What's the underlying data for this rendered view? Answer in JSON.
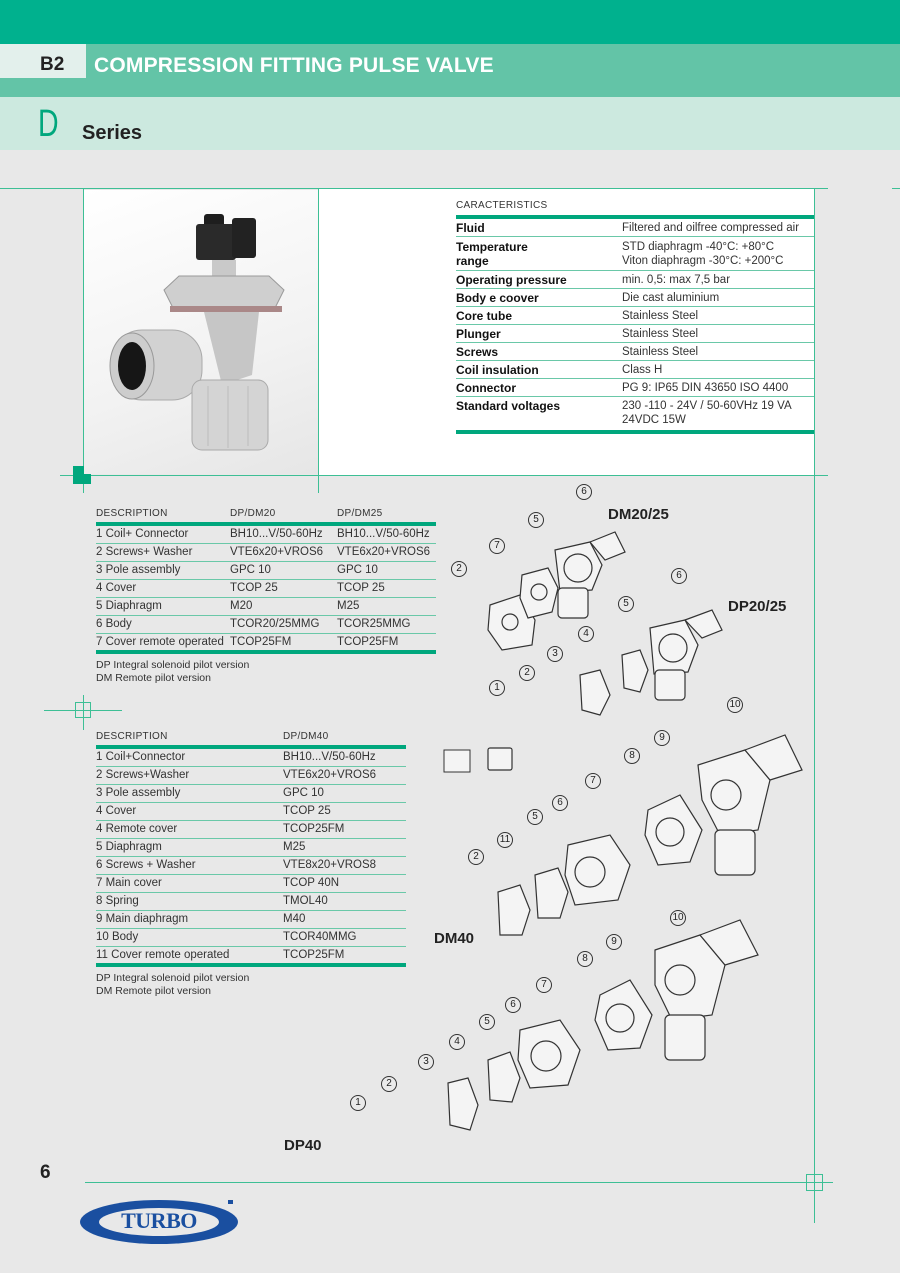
{
  "header": {
    "section_code": "B2",
    "title": "COMPRESSION FITTING PULSE VALVE",
    "series_letter": "D",
    "series_label": "Series"
  },
  "characteristics": {
    "caption": "CARACTERISTICS",
    "rows": [
      {
        "key": "Fluid",
        "value": "Filtered and oilfree compressed air"
      },
      {
        "key": "Temperature range",
        "value": "STD diaphragm -40°C: +80°C\nViton diaphragm -30°C: +200°C"
      },
      {
        "key": "Operating pressure",
        "value": "min. 0,5: max 7,5 bar"
      },
      {
        "key": "Body e coover",
        "value": "Die cast aluminium"
      },
      {
        "key": "Core tube",
        "value": "Stainless Steel"
      },
      {
        "key": "Plunger",
        "value": "Stainless Steel"
      },
      {
        "key": "Screws",
        "value": "Stainless Steel"
      },
      {
        "key": "Coil insulation",
        "value": "Class H"
      },
      {
        "key": "Connector",
        "value": "PG 9: IP65 DIN 43650 ISO 4400"
      },
      {
        "key": "Standard voltages",
        "value": "230 -110 - 24V / 50-60VHz 19 VA\n24VDC 15W"
      }
    ]
  },
  "table_20_25": {
    "headers": [
      "DESCRIPTION",
      "DP/DM20",
      "DP/DM25"
    ],
    "rows": [
      [
        "1  Coil+ Connector",
        "BH10...V/50-60Hz",
        "BH10...V/50-60Hz"
      ],
      [
        "2  Screws+ Washer",
        "VTE6x20+VROS6",
        "VTE6x20+VROS6"
      ],
      [
        "3  Pole assembly",
        "GPC 10",
        "GPC 10"
      ],
      [
        "4  Cover",
        "TCOP 25",
        "TCOP 25"
      ],
      [
        "5  Diaphragm",
        "M20",
        "M25"
      ],
      [
        "6  Body",
        "TCOR20/25MMG",
        "TCOR25MMG"
      ],
      [
        "7  Cover remote operated",
        "TCOP25FM",
        "TCOP25FM"
      ]
    ],
    "notes": [
      "DP  Integral solenoid pilot version",
      "DM Remote pilot version"
    ]
  },
  "table_40": {
    "headers": [
      "DESCRIPTION",
      "DP/DM40"
    ],
    "rows": [
      [
        "1  Coil+Connector",
        "BH10...V/50-60Hz"
      ],
      [
        "2  Screws+Washer",
        "VTE6x20+VROS6"
      ],
      [
        "3  Pole assembly",
        "GPC 10"
      ],
      [
        "4  Cover",
        "TCOP 25"
      ],
      [
        "4  Remote cover",
        "TCOP25FM"
      ],
      [
        "5  Diaphragm",
        "M25"
      ],
      [
        "6  Screws + Washer",
        "VTE8x20+VROS8"
      ],
      [
        "7  Main cover",
        "TCOP 40N"
      ],
      [
        "8  Spring",
        "TMOL40"
      ],
      [
        "9  Main diaphragm",
        "M40"
      ],
      [
        "10 Body",
        "TCOR40MMG"
      ],
      [
        "11 Cover remote operated",
        "TCOP25FM"
      ]
    ],
    "notes": [
      "DP  Integral solenoid pilot version",
      "DM Remote pilot version"
    ]
  },
  "diagrams": {
    "labels": {
      "dm20_25": "DM20/25",
      "dp20_25": "DP20/25",
      "dm40": "DM40",
      "dp40": "DP40"
    },
    "callouts_dm20_25": [
      "2",
      "7",
      "5",
      "6"
    ],
    "callouts_dp20_25": [
      "1",
      "2",
      "3",
      "4",
      "5",
      "6"
    ],
    "callouts_dm40": [
      "2",
      "11",
      "5",
      "6",
      "7",
      "8",
      "9",
      "10"
    ],
    "callouts_dp40": [
      "1",
      "2",
      "3",
      "4",
      "5",
      "6",
      "7",
      "8",
      "9",
      "10"
    ]
  },
  "footer": {
    "page_number": "6",
    "logo_text": "TURBO",
    "brand_color": "#1a4fa0"
  },
  "colors": {
    "accent_dark": "#00b18e",
    "accent_mid": "#63c4a7",
    "accent_light": "#cce9df",
    "rule": "#00a77d"
  }
}
